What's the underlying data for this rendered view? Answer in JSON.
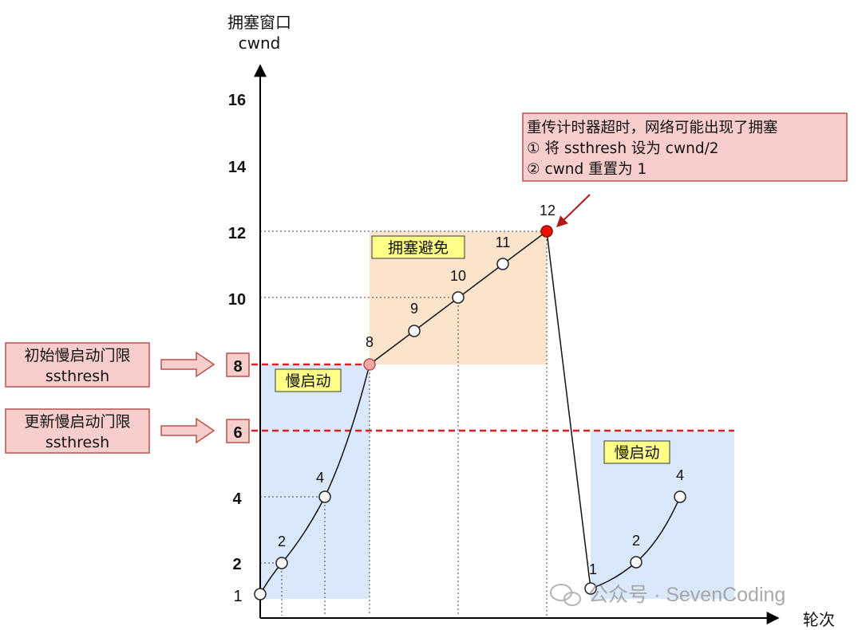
{
  "axis": {
    "y_title": "拥塞窗口",
    "y_subtitle": "cwnd",
    "x_title": "轮次",
    "y_ticks": [
      "1",
      "2",
      "4",
      "6",
      "8",
      "10",
      "12",
      "14",
      "16"
    ]
  },
  "regions": {
    "slow_start_1": "慢启动",
    "congestion_avoidance": "拥塞避免",
    "slow_start_2": "慢启动"
  },
  "thresholds": [
    {
      "line1": "初始慢启动门限",
      "line2": "ssthresh",
      "value": "8"
    },
    {
      "line1": "更新慢启动门限",
      "line2": "ssthresh",
      "value": "6"
    }
  ],
  "annotation": {
    "line1": "重传计时器超时，网络可能出现了拥塞",
    "line2": "① 将 ssthresh 设为 cwnd/2",
    "line3": "② cwnd 重置为 1"
  },
  "watermark": "公众号 · SevenCoding",
  "points_phase1": [
    "1",
    "2",
    "4",
    "8",
    "9",
    "10",
    "11",
    "12"
  ],
  "points_phase2": [
    "1",
    "2",
    "4"
  ],
  "colors": {
    "slow_start_bg": "#dae8fc",
    "avoidance_bg": "#fbe3cc",
    "threshold_line": "#e02020",
    "note_bg": "#f8cecc",
    "note_border": "#b85450",
    "label_yellow": "#ffff88",
    "timeout_point": "#e51400"
  }
}
